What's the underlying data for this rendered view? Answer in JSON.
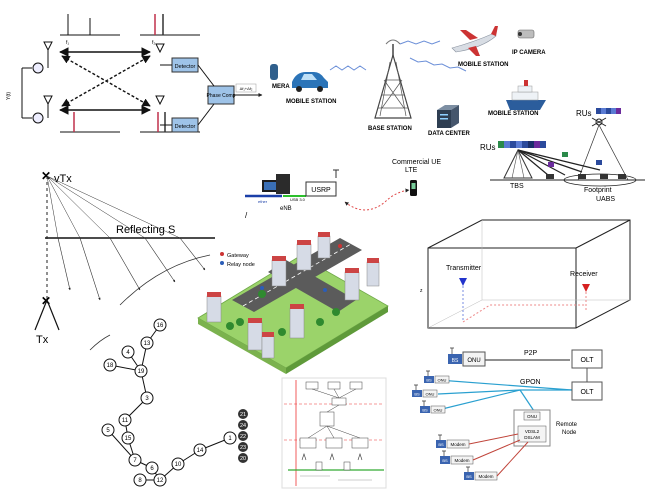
{
  "panel_dual_path": {
    "block_detector": "Detector",
    "block_phase_comp": "Phase Comp",
    "sum_label": "Δf₁+Δf₂",
    "tick_f1": "f₁",
    "tick_f2": "f₂",
    "vertical_label": "Y(t)"
  },
  "panel_network": {
    "mobile_station_left": "MOBILE STATION",
    "camera_left": "MERA",
    "base_station": "BASE STATION",
    "data_center": "DATA CENTER",
    "mobile_station_plane": "MOBILE STATION",
    "ip_camera": "IP CAMERA",
    "mobile_station_ship": "MOBILE STATION"
  },
  "panel_uabs": {
    "rus_top": "RUs",
    "rus_left": "RUs",
    "tbs": "TBS",
    "footprint": "Footprint",
    "uabs": "UABS"
  },
  "panel_reflection": {
    "virtual_tx": "vTx",
    "surface": "Reflecting S",
    "tx": "Tx"
  },
  "panel_usrp": {
    "commercial_ue_line1": "Commercial UE",
    "commercial_ue_line2": "LTE",
    "usrp": "USRP",
    "enb": "eNB",
    "usb": "USB 3.0",
    "ethernet": "ether"
  },
  "panel_city": {
    "legend_gateway": "Gateway",
    "legend_relay": "Relay node"
  },
  "panel_3d": {
    "transmitter": "Transmitter",
    "receiver": "Receiver",
    "axis_z": "z"
  },
  "panel_graph": {
    "nodes": [
      "16",
      "13",
      "4",
      "18",
      "19",
      "3",
      "11",
      "15",
      "7",
      "6",
      "8",
      "12",
      "10",
      "14",
      "1",
      "5"
    ],
    "legend": [
      "21",
      "24",
      "22",
      "23",
      "20"
    ]
  },
  "panel_pon": {
    "p2p": "P2P",
    "gpon": "GPON",
    "olt_top": "OLT",
    "olt_bottom": "OLT",
    "onu_main": "ONU",
    "onu_small": "ONU",
    "bs": "BS",
    "modem": "Modem",
    "remote_line1": "Remote",
    "remote_line2": "Node",
    "dslam_line1": "VDSL2",
    "dslam_line2": "DSLAM"
  }
}
